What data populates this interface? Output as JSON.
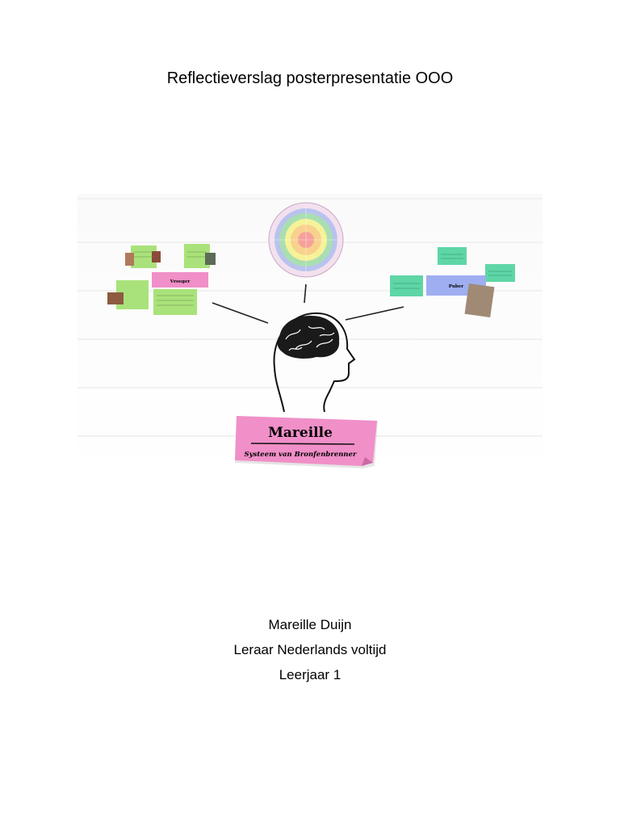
{
  "document": {
    "title": "Reflectieverslag posterpresentatie OOO"
  },
  "poster": {
    "main_label": "Mareille",
    "sub_label": "Systeem van Bronfenbrenner",
    "left_note_label": "Vroeger",
    "right_note_label": "Puber",
    "colors": {
      "pink": "#f08fc8",
      "green": "#a9e27a",
      "teal": "#5ed6a6",
      "blue": "#9eaef0"
    }
  },
  "author": {
    "name": "Mareille Duijn",
    "role": "Leraar Nederlands voltijd",
    "year": "Leerjaar 1"
  }
}
